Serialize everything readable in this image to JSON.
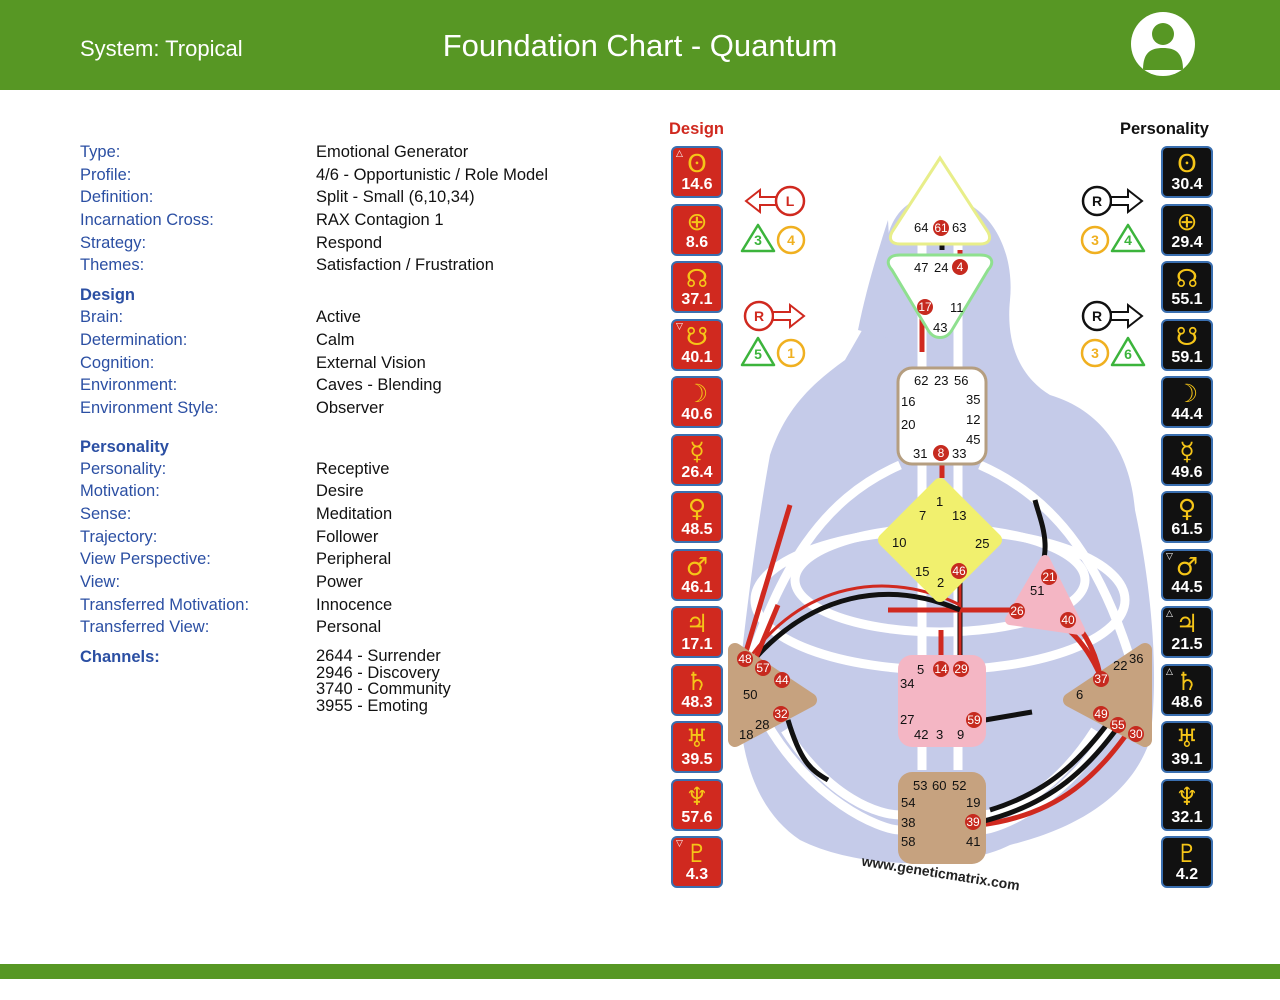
{
  "header": {
    "system": "System: Tropical",
    "title": "Foundation Chart - Quantum"
  },
  "info": [
    {
      "label": "Type:",
      "value": "Emotional Generator"
    },
    {
      "label": "Profile:",
      "value": "4/6 - Opportunistic / Role Model"
    },
    {
      "label": "Definition:",
      "value": "Split - Small (6,10,34)"
    },
    {
      "label": "Incarnation Cross:",
      "value": "RAX Contagion 1"
    },
    {
      "label": "Strategy:",
      "value": "Respond"
    },
    {
      "label": "Themes:",
      "value": "Satisfaction / Frustration"
    }
  ],
  "design_section": {
    "heading": "Design",
    "rows": [
      {
        "label": "Brain:",
        "value": "Active"
      },
      {
        "label": "Determination:",
        "value": "Calm"
      },
      {
        "label": "Cognition:",
        "value": "External Vision"
      },
      {
        "label": "Environment:",
        "value": "Caves - Blending"
      },
      {
        "label": "Environment Style:",
        "value": "Observer"
      }
    ]
  },
  "personality_section": {
    "heading": "Personality",
    "rows": [
      {
        "label": "Personality:",
        "value": "Receptive"
      },
      {
        "label": "Motivation:",
        "value": "Desire"
      },
      {
        "label": "Sense:",
        "value": "Meditation"
      },
      {
        "label": "Trajectory:",
        "value": "Follower"
      },
      {
        "label": "View Perspective:",
        "value": "Peripheral"
      },
      {
        "label": "View:",
        "value": "Power"
      },
      {
        "label": "Transferred Motivation:",
        "value": "Innocence"
      },
      {
        "label": "Transferred View:",
        "value": "Personal"
      }
    ]
  },
  "channels": {
    "label": "Channels:",
    "items": [
      "2644 - Surrender",
      "2946 - Discovery",
      "3740 - Community",
      "3955 - Emoting"
    ]
  },
  "chart": {
    "design_title": "Design",
    "personality_title": "Personality",
    "website": "www.geneticmatrix.com",
    "design_planets": [
      {
        "icon": "sun-icon",
        "symbol": "ʘ",
        "value": "14.6",
        "marker": "△"
      },
      {
        "icon": "earth-icon",
        "symbol": "⊕",
        "value": "8.6",
        "marker": ""
      },
      {
        "icon": "north-node-icon",
        "symbol": "☊",
        "value": "37.1",
        "marker": ""
      },
      {
        "icon": "south-node-icon",
        "symbol": "☋",
        "value": "40.1",
        "marker": "▽"
      },
      {
        "icon": "moon-icon",
        "symbol": "☽",
        "value": "40.6",
        "marker": ""
      },
      {
        "icon": "mercury-icon",
        "symbol": "☿",
        "value": "26.4",
        "marker": ""
      },
      {
        "icon": "venus-icon",
        "symbol": "♀",
        "value": "48.5",
        "marker": ""
      },
      {
        "icon": "mars-icon",
        "symbol": "♂",
        "value": "46.1",
        "marker": ""
      },
      {
        "icon": "jupiter-icon",
        "symbol": "♃",
        "value": "17.1",
        "marker": ""
      },
      {
        "icon": "saturn-icon",
        "symbol": "♄",
        "value": "48.3",
        "marker": ""
      },
      {
        "icon": "uranus-icon",
        "symbol": "♅",
        "value": "39.5",
        "marker": ""
      },
      {
        "icon": "neptune-icon",
        "symbol": "♆",
        "value": "57.6",
        "marker": ""
      },
      {
        "icon": "pluto-icon",
        "symbol": "♇",
        "value": "4.3",
        "marker": "▽"
      }
    ],
    "personality_planets": [
      {
        "icon": "sun-icon",
        "symbol": "ʘ",
        "value": "30.4",
        "marker": ""
      },
      {
        "icon": "earth-icon",
        "symbol": "⊕",
        "value": "29.4",
        "marker": ""
      },
      {
        "icon": "north-node-icon",
        "symbol": "☊",
        "value": "55.1",
        "marker": ""
      },
      {
        "icon": "south-node-icon",
        "symbol": "☋",
        "value": "59.1",
        "marker": ""
      },
      {
        "icon": "moon-icon",
        "symbol": "☽",
        "value": "44.4",
        "marker": ""
      },
      {
        "icon": "mercury-icon",
        "symbol": "☿",
        "value": "49.6",
        "marker": ""
      },
      {
        "icon": "venus-icon",
        "symbol": "♀",
        "value": "61.5",
        "marker": ""
      },
      {
        "icon": "mars-icon",
        "symbol": "♂",
        "value": "44.5",
        "marker": "▽"
      },
      {
        "icon": "jupiter-icon",
        "symbol": "♃",
        "value": "21.5",
        "marker": "△"
      },
      {
        "icon": "saturn-icon",
        "symbol": "♄",
        "value": "48.6",
        "marker": "△"
      },
      {
        "icon": "uranus-icon",
        "symbol": "♅",
        "value": "39.1",
        "marker": ""
      },
      {
        "icon": "neptune-icon",
        "symbol": "♆",
        "value": "32.1",
        "marker": ""
      },
      {
        "icon": "pluto-icon",
        "symbol": "♇",
        "value": "4.2",
        "marker": ""
      }
    ],
    "arrows": {
      "design_top": {
        "letter": "L",
        "tri": "3",
        "circ": "4"
      },
      "design_bottom": {
        "letter": "R",
        "tri": "5",
        "circ": "1"
      },
      "personality_top": {
        "letter": "R",
        "circ": "3",
        "tri": "4"
      },
      "personality_bottom": {
        "letter": "R",
        "circ": "3",
        "tri": "6"
      }
    },
    "gates": {
      "head": [
        "64",
        "61",
        "63"
      ],
      "ajna": [
        "47",
        "24",
        "4",
        "17",
        "11",
        "43"
      ],
      "throat": [
        "62",
        "23",
        "56",
        "16",
        "35",
        "20",
        "12",
        "45",
        "31",
        "8",
        "33"
      ],
      "g": [
        "1",
        "7",
        "13",
        "10",
        "25",
        "15",
        "2",
        "46"
      ],
      "heart": [
        "21",
        "51",
        "26",
        "40"
      ],
      "sacral": [
        "5",
        "14",
        "29",
        "34",
        "27",
        "59",
        "42",
        "3",
        "9"
      ],
      "spleen": [
        "48",
        "57",
        "44",
        "50",
        "32",
        "28",
        "18"
      ],
      "solar_plexus": [
        "36",
        "22",
        "37",
        "6",
        "49",
        "55",
        "30"
      ],
      "root": [
        "53",
        "60",
        "52",
        "54",
        "19",
        "38",
        "39",
        "58",
        "41"
      ]
    },
    "colors": {
      "design": "#d0291f",
      "personality": "#111111",
      "green": "#579724",
      "body": "#c5cbe9",
      "defined_throat": "#ffffff"
    }
  }
}
